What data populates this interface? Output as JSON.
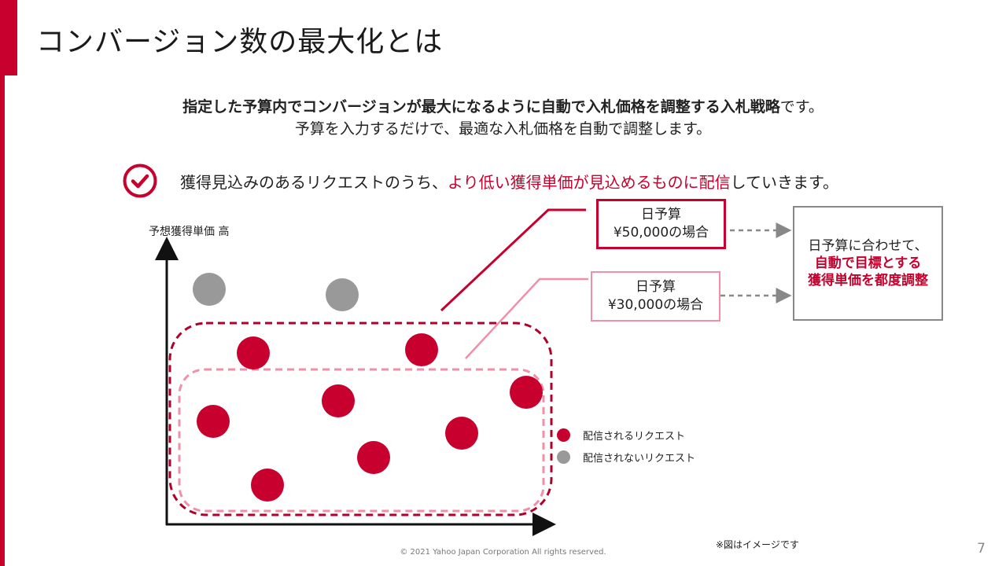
{
  "slide": {
    "title": "コンバージョン数の最大化とは",
    "lead_bold": "指定した予算内でコンバージョンが最大になるように自動で入札価格を調整する入札戦略",
    "lead_bold_suffix": "です。",
    "lead_line2": "予算を入力するだけで、最適な入札価格を自動で調整します。",
    "point_prefix": "獲得見込みのあるリクエストのうち、",
    "point_highlight": "より低い獲得単価が見込めるものに配信",
    "point_suffix": "していきます。",
    "note": "※図はイメージです",
    "copyright": "© 2021 Yahoo Japan Corporation All rights reserved.",
    "page_number": "7"
  },
  "diagram": {
    "y_axis_label": "予想獲得単価 高",
    "box_50k": {
      "line1": "日予算",
      "line2": "¥50,000の場合"
    },
    "box_30k": {
      "line1": "日予算",
      "line2": "¥30,000の場合"
    },
    "result": {
      "line1": "日予算に合わせて、",
      "line2": "自動で目標とする",
      "line3": "獲得単価を都度調整"
    },
    "legend": [
      {
        "label": "配信されるリクエスト",
        "color": "#c8002d"
      },
      {
        "label": "配信されないリクエスト",
        "color": "#999999"
      }
    ]
  },
  "colors": {
    "accent": "#c8002d",
    "accent_light": "#ef8fa8",
    "gray_dot": "#999999",
    "arrow_gray": "#888888"
  }
}
